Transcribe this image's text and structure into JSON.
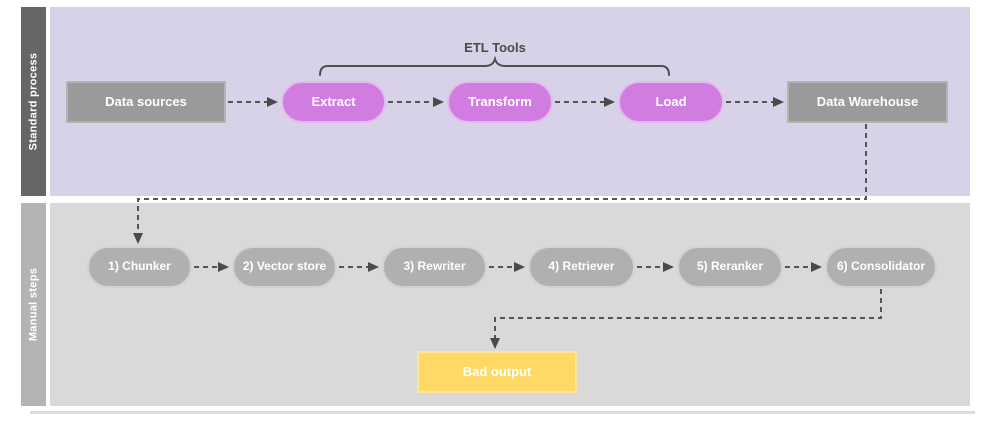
{
  "standard_lane": {
    "label": "Standard process",
    "bracket_label": "ETL Tools",
    "nodes": [
      {
        "label": "Data sources"
      },
      {
        "label": "Extract"
      },
      {
        "label": "Transform"
      },
      {
        "label": "Load"
      },
      {
        "label": "Data Warehouse"
      }
    ]
  },
  "manual_lane": {
    "label": "Manual steps",
    "nodes": [
      {
        "label": "1) Chunker"
      },
      {
        "label": "2) Vector store"
      },
      {
        "label": "3) Rewriter"
      },
      {
        "label": "4) Retriever"
      },
      {
        "label": "5) Reranker"
      },
      {
        "label": "6) Consolidator"
      }
    ],
    "result_node": {
      "label": "Bad output"
    }
  },
  "colors": {
    "standard_lane_bg": "#d8d2e8",
    "standard_label_bar": "#666666",
    "manual_lane_bg": "#d9d9d9",
    "manual_label_bar": "#b4b4b4",
    "etl_pill": "#d07ce0",
    "gray_node": "#9a9a9a",
    "manual_pill": "#b0b0b0",
    "bad_output_fill": "#ffd966",
    "connector": "#545454"
  }
}
